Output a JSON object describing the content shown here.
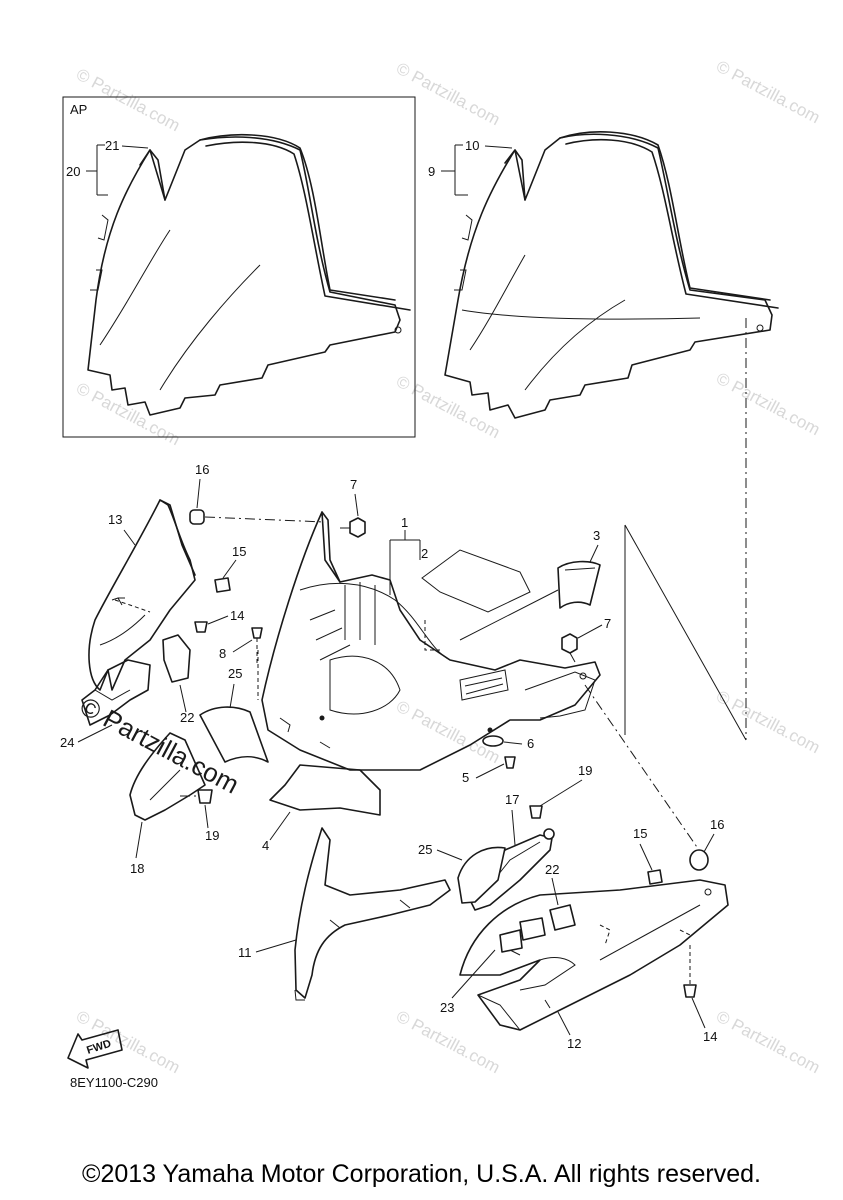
{
  "inset_label": "AP",
  "callouts": {
    "c1": "1",
    "c2": "2",
    "c3": "3",
    "c4": "4",
    "c5": "5",
    "c6": "6",
    "c7a": "7",
    "c7b": "7",
    "c8": "8",
    "c9": "9",
    "c10": "10",
    "c11": "11",
    "c12": "12",
    "c13": "13",
    "c14a": "14",
    "c14b": "14",
    "c15a": "15",
    "c15b": "15",
    "c16a": "16",
    "c16b": "16",
    "c17": "17",
    "c18": "18",
    "c19a": "19",
    "c19b": "19",
    "c20": "20",
    "c21": "21",
    "c22a": "22",
    "c22b": "22",
    "c23": "23",
    "c24": "24",
    "c25a": "25",
    "c25b": "25"
  },
  "fwd_label": "FWD",
  "diagram_code": "8EY1100-C290",
  "watermark": "© Partzilla.com",
  "copyright": "©2013 Yamaha Motor Corporation, U.S.A. All rights reserved."
}
